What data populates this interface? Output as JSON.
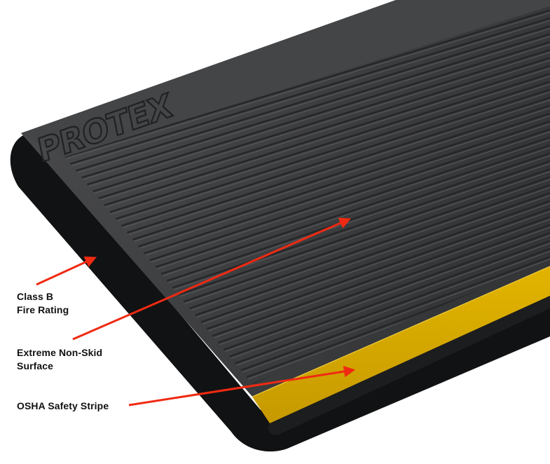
{
  "product": {
    "brand_logo_text": "PROTEX",
    "body_color": "#3d3e40",
    "nosing_color": "#111213",
    "stripe_color": "#d4a600",
    "arrow_color": "#f02a12"
  },
  "callouts": {
    "fire_rating": {
      "line1": "Class B",
      "line2": "Fire Rating"
    },
    "non_skid": {
      "line1": "Extreme Non-Skid",
      "line2": "Surface"
    },
    "safety_stripe": {
      "line1": "OSHA Safety Stripe"
    }
  }
}
